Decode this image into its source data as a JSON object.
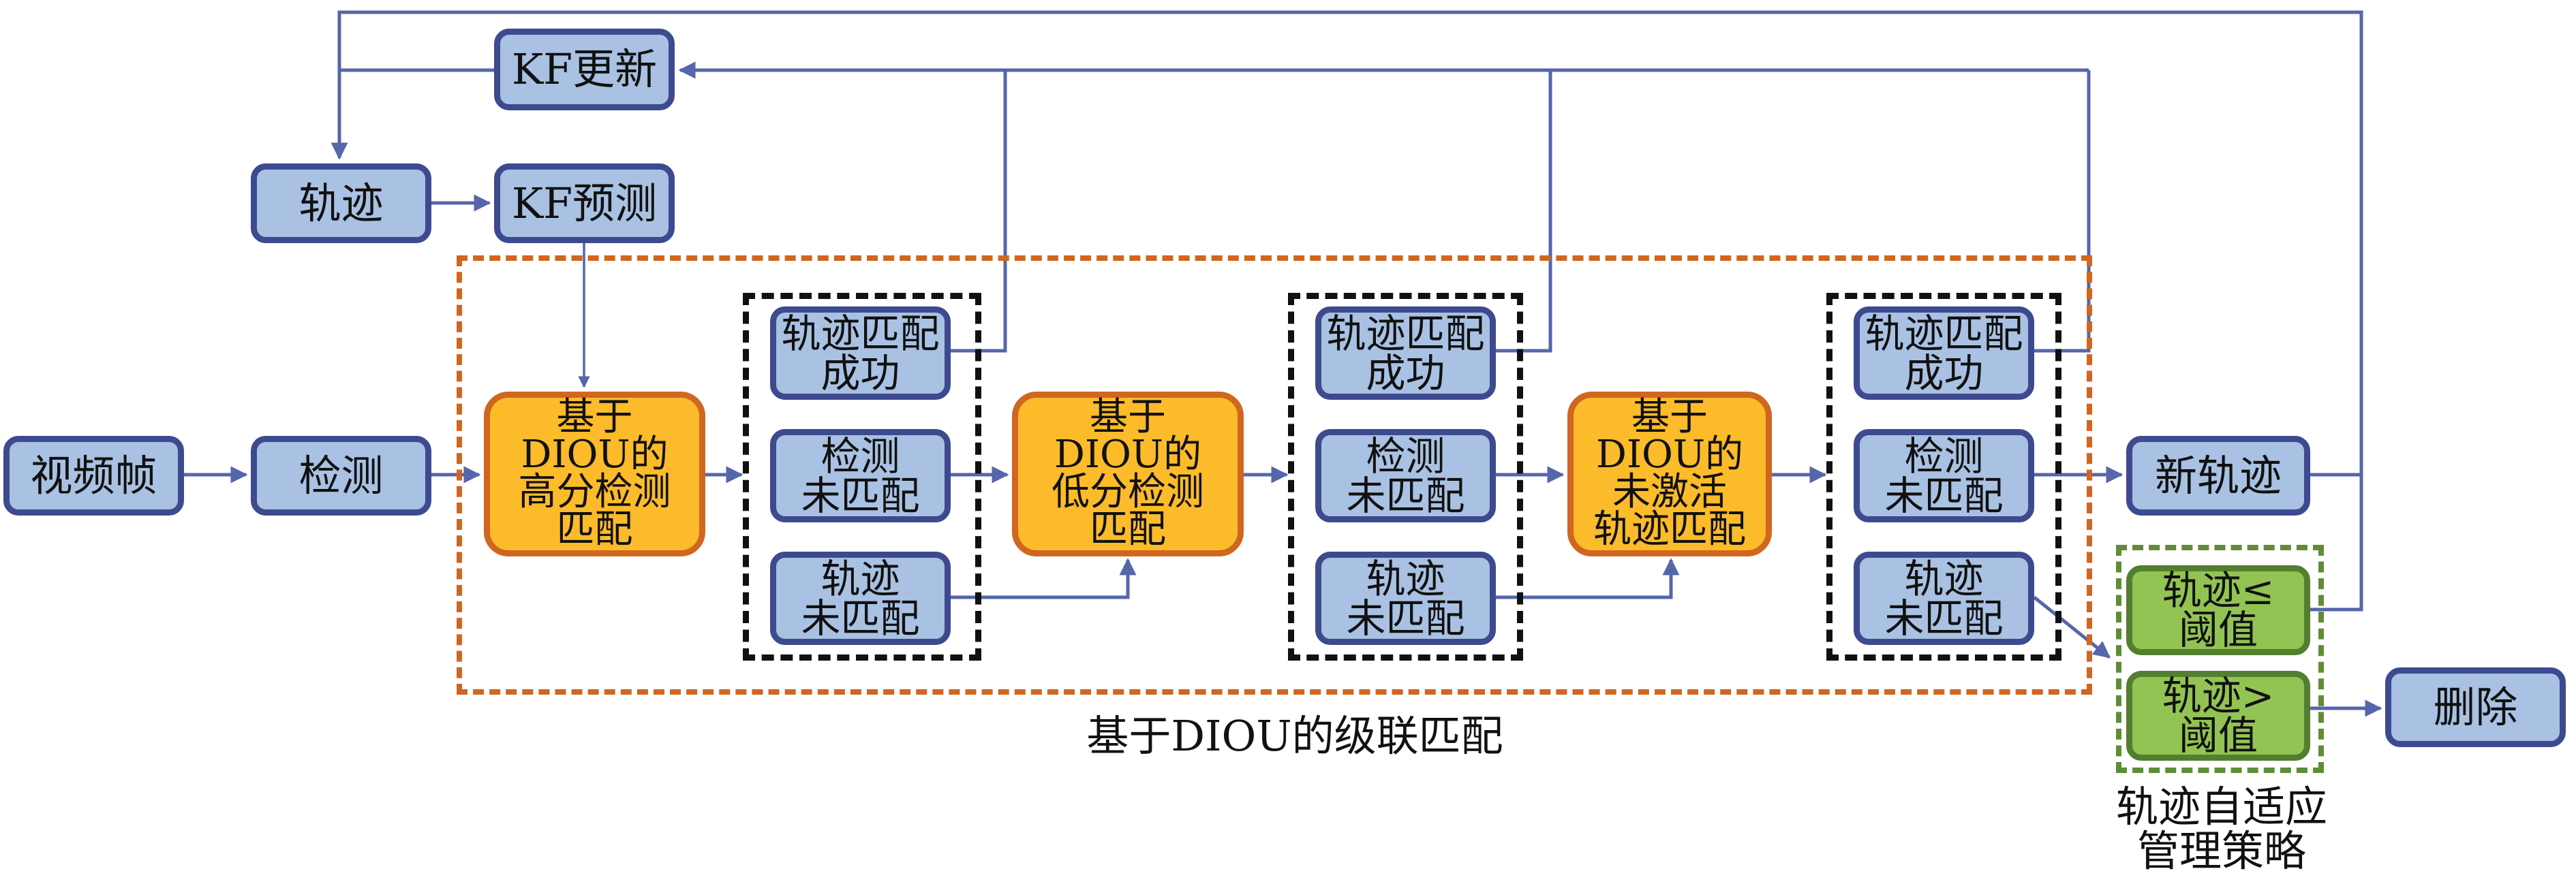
{
  "diagram": {
    "nodes": {
      "video_frame": "视频帧",
      "detection": "检测",
      "track": "轨迹",
      "kf_predict": "KF预测",
      "kf_update": "KF更新",
      "high_score_match": "基于\nDIOU的\n高分检测\n匹配",
      "low_score_match": "基于\nDIOU的\n低分检测\n匹配",
      "inactive_track_match": "基于\nDIOU的\n未激活\n轨迹匹配",
      "stage1": {
        "track_matched": "轨迹匹配\n成功",
        "det_unmatched": "检测\n未匹配",
        "track_unmatched": "轨迹\n未匹配"
      },
      "stage2": {
        "track_matched": "轨迹匹配\n成功",
        "det_unmatched": "检测\n未匹配",
        "track_unmatched": "轨迹\n未匹配"
      },
      "stage3": {
        "track_matched": "轨迹匹配\n成功",
        "det_unmatched": "检测\n未匹配",
        "track_unmatched": "轨迹\n未匹配"
      },
      "new_track": "新轨迹",
      "track_le_threshold": "轨迹≤\n阈值",
      "track_gt_threshold": "轨迹>\n阈值",
      "delete": "删除"
    },
    "groups": {
      "cascade_matching_label": "基于DIOU的级联匹配",
      "adaptive_management_label": "轨迹自适应\n管理策略"
    },
    "colors": {
      "process_fill": "#a9c1e2",
      "process_border": "#3d4a8f",
      "match_fill": "#fbbb2a",
      "match_border": "#d0661f",
      "threshold_fill": "#92c353",
      "threshold_border": "#527f2f",
      "connector": "#5566aa"
    }
  }
}
